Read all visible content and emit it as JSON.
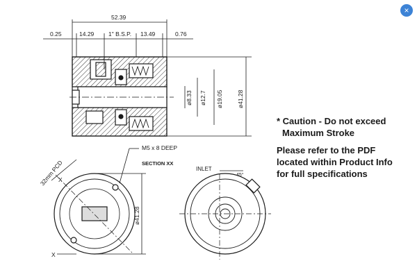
{
  "window": {
    "close_glyph": "×",
    "accent": "#3d83d6"
  },
  "drawing": {
    "top_dims": {
      "overall": "52.39",
      "left_gap": "0.25",
      "d1": "14.29",
      "port": "1\" B.S.P.",
      "d2": "13.49",
      "d3": "0.76"
    },
    "vert_dims": {
      "d_a": "ø8.33",
      "d_b": "ø12.7",
      "d_c": "ø19.05",
      "d_d": "ø41.28"
    },
    "lower_left": {
      "hole_label": "M5 x 8 DEEP",
      "section_label": "SECTION XX",
      "pcd_label": "32mm PCD",
      "x_mark": "X",
      "dia_label": "ø41.28"
    },
    "lower_right": {
      "inlet_label": "INLET",
      "angle_label": "45°"
    }
  },
  "notes": {
    "caution_line1": "* Caution - Do not exceed",
    "caution_line2": "Maximum Stroke",
    "info_line1": "Please refer to the PDF",
    "info_line2": "located within Product Info",
    "info_line3": "for full specifications"
  }
}
